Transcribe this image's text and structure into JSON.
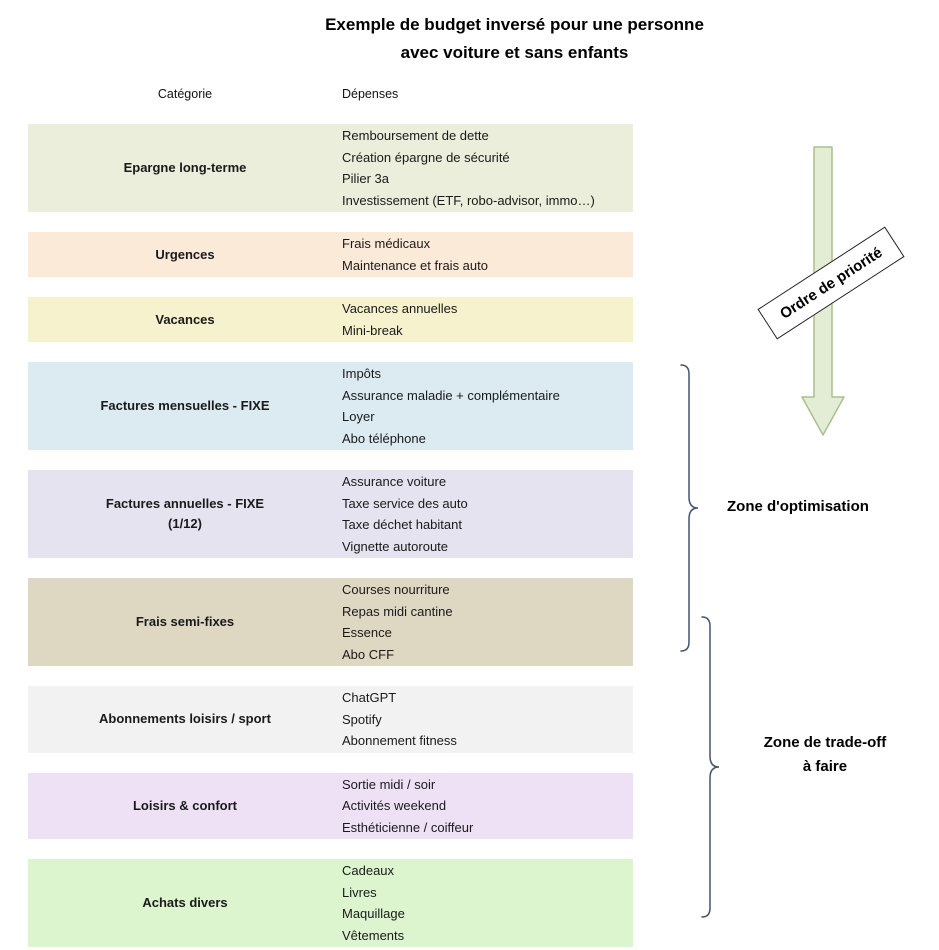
{
  "title": {
    "line1": "Exemple de budget inversé pour une personne",
    "line2": "avec voiture et sans enfants"
  },
  "headers": {
    "category": "Catégorie",
    "expenses": "Dépenses"
  },
  "rows": [
    {
      "category": "Epargne long-terme",
      "color": "#eaeedb",
      "items": [
        "Remboursement de dette",
        "Création épargne de sécurité",
        "Pilier 3a",
        "Investissement (ETF, robo-advisor, immo…)"
      ]
    },
    {
      "category": "Urgences",
      "color": "#fcead9",
      "items": [
        "Frais médicaux",
        "Maintenance et frais auto"
      ]
    },
    {
      "category": "Vacances",
      "color": "#f6f2cd",
      "items": [
        "Vacances annuelles",
        "Mini-break"
      ]
    },
    {
      "category": "Factures mensuelles - FIXE",
      "color": "#dcebf1",
      "items": [
        "Impôts",
        "Assurance maladie + complémentaire",
        "Loyer",
        "Abo téléphone"
      ]
    },
    {
      "category": "Factures annuelles - FIXE",
      "category_line2": "(1/12)",
      "color": "#e6e3f0",
      "items": [
        "Assurance voiture",
        "Taxe service des auto",
        "Taxe déchet habitant",
        "Vignette autoroute"
      ]
    },
    {
      "category": "Frais semi-fixes",
      "color": "#ded8c3",
      "items": [
        "Courses nourriture",
        "Repas midi cantine",
        "Essence",
        "Abo CFF"
      ]
    },
    {
      "category": "Abonnements loisirs / sport",
      "color": "#f2f2f2",
      "items": [
        "ChatGPT",
        "Spotify",
        "Abonnement fitness"
      ]
    },
    {
      "category": "Loisirs & confort",
      "color": "#eee1f6",
      "items": [
        "Sortie midi / soir",
        "Activités weekend",
        "Esthéticienne / coiffeur"
      ]
    },
    {
      "category": "Achats divers",
      "color": "#dcf5cf",
      "items": [
        "Cadeaux",
        "Livres",
        "Maquillage",
        "Vêtements"
      ]
    }
  ],
  "annotations": {
    "priority": "Ordre de priorité",
    "optimisation": "Zone d'optimisation",
    "tradeoff_line1": "Zone de trade-off",
    "tradeoff_line2": "à faire",
    "arrow_fill": "#e3ecd5",
    "arrow_stroke": "#a9c08e",
    "brace_color": "#44546a"
  }
}
